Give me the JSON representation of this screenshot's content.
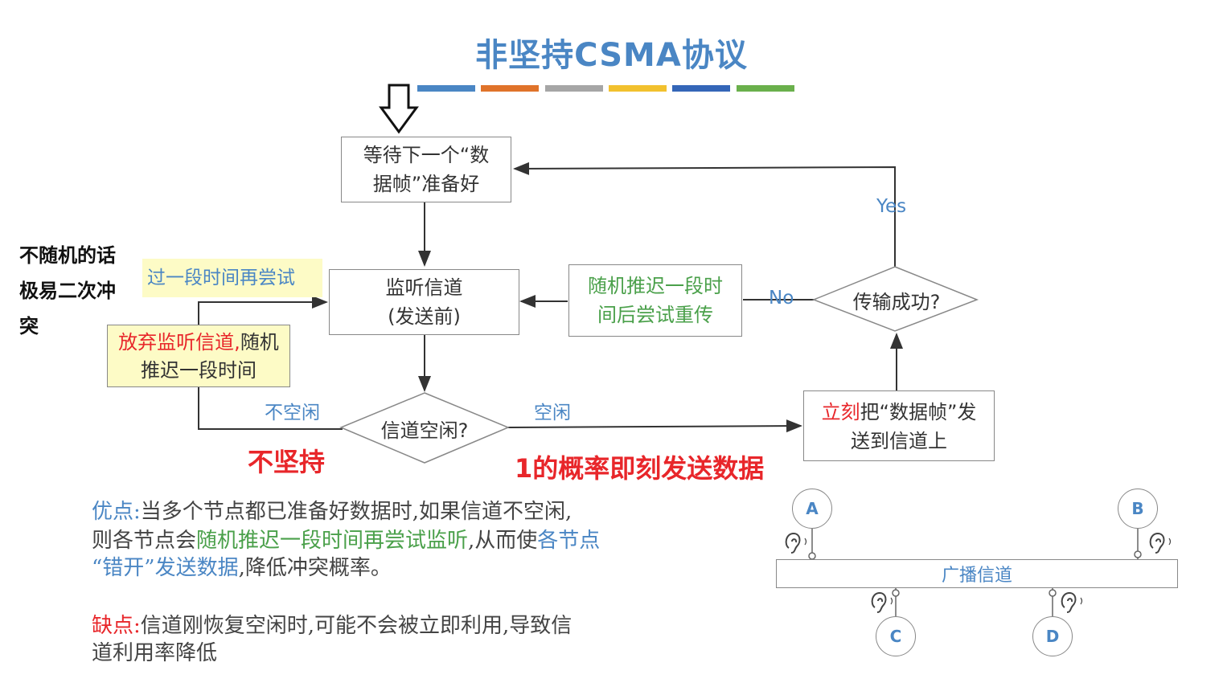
{
  "title": "非坚持CSMA协议",
  "title_bar_colors": [
    "#4a86c4",
    "#e0732a",
    "#a6a6a6",
    "#f2c12e",
    "#3466b8",
    "#6ab04c"
  ],
  "flow": {
    "wait_box": "等待下一个“数据帧”准备好",
    "listen_box_line1": "监听信道",
    "listen_box_line2": "(发送前)",
    "backoff_box": "随机推迟一段时间后尝试重传",
    "success_diamond": "传输成功?",
    "channel_diamond": "信道空闲?",
    "send_box_red": "立刻",
    "send_box_rest": "把“数据帧”发送到信道上",
    "abandon_red": "放弃监听信道,",
    "abandon_rest": "随机推迟一段时间",
    "retry_label": "过一段时间再尝试",
    "yes_label": "Yes",
    "no_label": "No",
    "busy_label": "不空闲",
    "idle_label": "空闲"
  },
  "annotations": {
    "side_note": "不随机的话极易二次冲突",
    "non_persistent": "不坚持",
    "prob_one": "1的概率即刻发送数据"
  },
  "pros": {
    "label": "优点:",
    "line1": "当多个节点都已准备好数据时,如果信道不空闲,",
    "line2_a": "则各节点会",
    "line2_b": "随机推迟一段时间再尝试监听",
    "line2_c": ",从而使",
    "line2_d": "各节点",
    "line3_a": "“错开”发送数据",
    "line3_b": ",降低冲突概率。"
  },
  "cons": {
    "label": "缺点:",
    "line1": "信道刚恢复空闲时,可能不会被立即利用,导致信",
    "line2": "道利用率降低"
  },
  "network": {
    "bus_label": "广播信道",
    "nodes": [
      "A",
      "B",
      "C",
      "D"
    ],
    "ear_icon": "ear-icon"
  },
  "colors": {
    "blue": "#4a86c4",
    "red": "#e8262a",
    "green": "#4aa04a",
    "yellow_bg": "#fdfbc6"
  }
}
